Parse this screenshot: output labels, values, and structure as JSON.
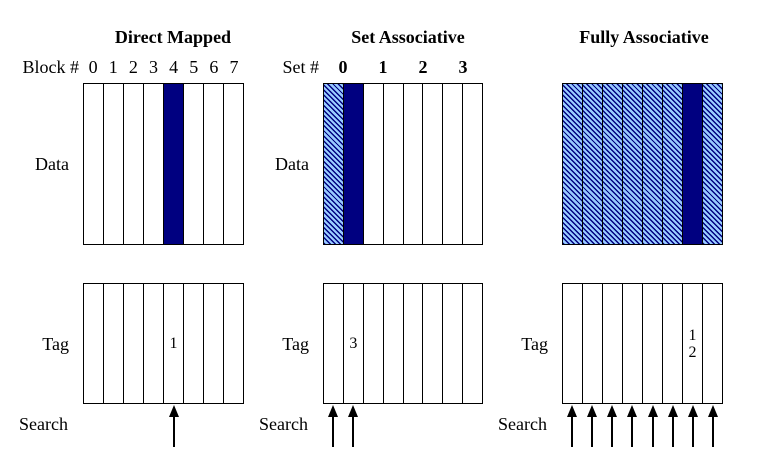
{
  "diagram": {
    "background": "#ffffff",
    "colors": {
      "highlight": "#000080",
      "hatch_background": "#99ccff",
      "hatch_line": "#000080",
      "line": "#000000",
      "text": "#000000"
    },
    "panels": [
      {
        "title": "Direct Mapped",
        "index_label": "Block #",
        "index_values": [
          "0",
          "1",
          "2",
          "3",
          "4",
          "5",
          "6",
          "7"
        ],
        "index_bold": false,
        "data_label": "Data",
        "tag_label": "Tag",
        "search_label": "Search",
        "slots": 8,
        "data_highlighted_slots": [
          4
        ],
        "data_hatched_slots": [],
        "tag_values": [
          {
            "slot": 4,
            "lines": [
              "1"
            ]
          }
        ],
        "search_arrow_slots": [
          4
        ]
      },
      {
        "title": "Set Associative",
        "index_label": "Set #",
        "index_values": [
          "0",
          "1",
          "2",
          "3"
        ],
        "index_bold": true,
        "data_label": "Data",
        "tag_label": "Tag",
        "search_label": "Search",
        "slots": 8,
        "data_highlighted_slots": [
          1
        ],
        "data_hatched_slots": [
          0
        ],
        "tag_values": [
          {
            "slot": 1,
            "lines": [
              "3"
            ]
          }
        ],
        "search_arrow_slots": [
          0,
          1
        ]
      },
      {
        "title": "Fully Associative",
        "index_label": "",
        "index_values": [],
        "index_bold": false,
        "data_label": "",
        "tag_label": "Tag",
        "search_label": "Search",
        "slots": 8,
        "data_highlighted_slots": [
          6
        ],
        "data_hatched_slots": [
          0,
          1,
          2,
          3,
          4,
          5,
          7
        ],
        "tag_values": [
          {
            "slot": 6,
            "lines": [
              "1",
              "2"
            ]
          }
        ],
        "search_arrow_slots": [
          0,
          1,
          2,
          3,
          4,
          5,
          6,
          7
        ]
      }
    ]
  }
}
